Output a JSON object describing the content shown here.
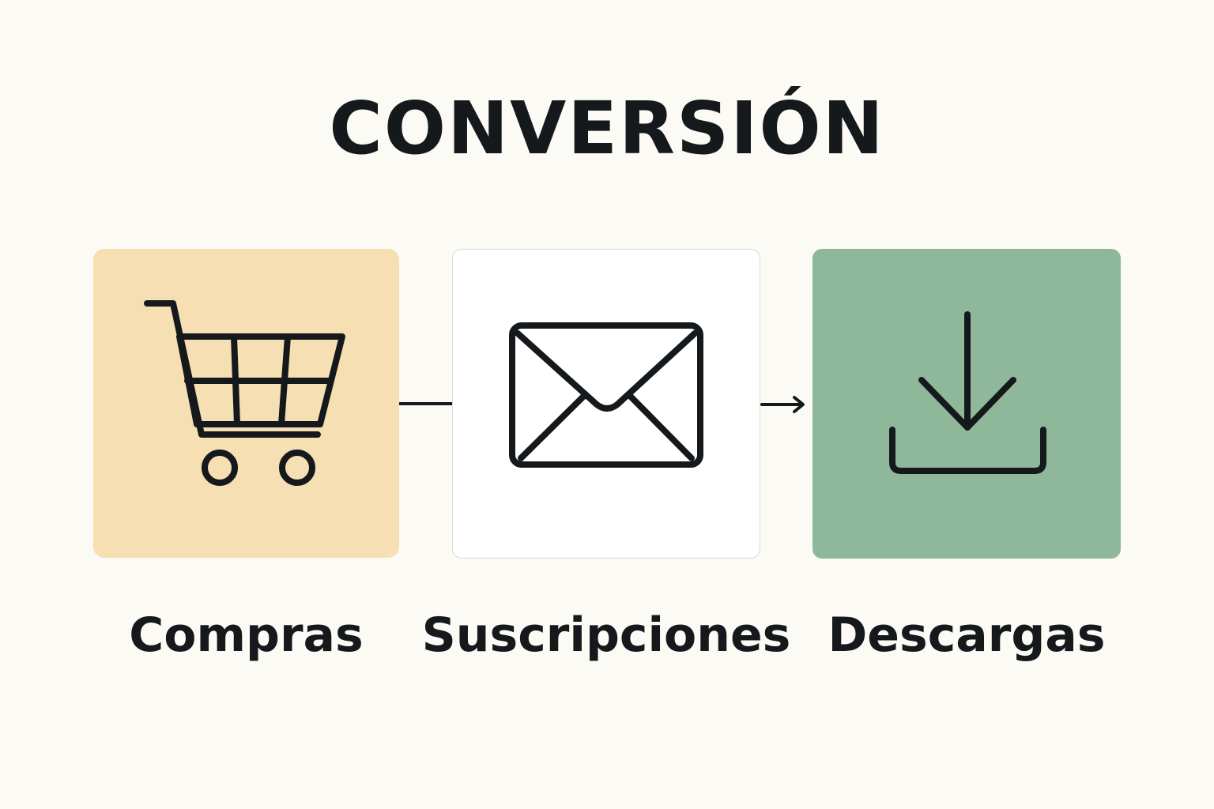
{
  "title": "CONVERSIÓN",
  "colors": {
    "background": "#fcfaf4",
    "ink": "#15191c",
    "compras_fill": "#f6dfb2",
    "suscripciones_fill": "#ffffff",
    "descargas_fill": "#8fb89a"
  },
  "steps": [
    {
      "label": "Compras",
      "icon": "shopping-cart-icon"
    },
    {
      "label": "Suscripciones",
      "icon": "envelope-icon"
    },
    {
      "label": "Descargas",
      "icon": "download-icon"
    }
  ]
}
